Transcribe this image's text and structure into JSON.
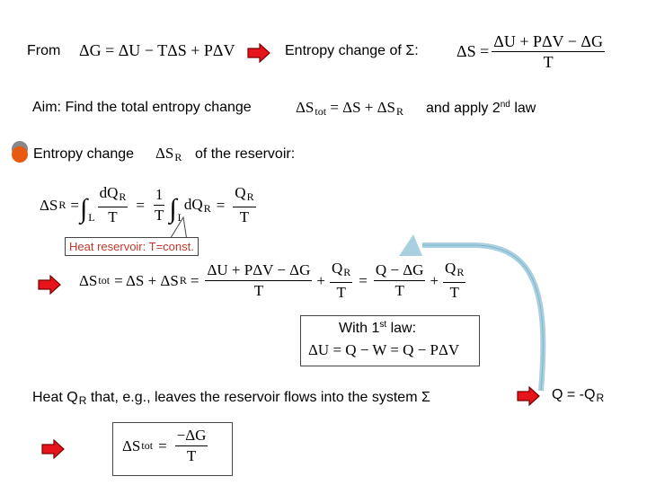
{
  "row1": {
    "from_label": "From",
    "gibbs_eq": "ΔG = ΔU − TΔS + PΔV",
    "entropy_change_label": "Entropy change of Σ:",
    "entropy_lhs": "ΔS =",
    "entropy_num": "ΔU + PΔV − ΔG",
    "entropy_den": "T"
  },
  "row2": {
    "aim_label": "Aim: Find the total entropy change",
    "total_eq_lhs": "ΔS",
    "total_eq_sub": "tot",
    "total_eq_rhs": "= ΔS + ΔS",
    "total_eq_rhs_sub": "R",
    "apply_label_pre": "and apply 2",
    "apply_label_sup": "nd",
    "apply_label_post": "law"
  },
  "row3": {
    "bullet_label": "Entropy change",
    "delta_sr": "ΔS",
    "delta_sr_sub": "R",
    "reservoir_label": "of the reservoir:"
  },
  "integral_eq": {
    "lhs": "ΔS",
    "lhs_sub": "R",
    "eq1": "=",
    "int_num": "dQ",
    "int_num_sub": "R",
    "int_den": "T",
    "int_lower": "L",
    "eq2": "=",
    "const_num": "1",
    "const_den": "T",
    "int2_body": "dQ",
    "int2_body_sub": "R",
    "int2_lower": "L",
    "eq3": "=",
    "final_num": "Q",
    "final_num_sub": "R",
    "final_den": "T"
  },
  "reservoir_note": "Heat reservoir: T=const.",
  "total_expansion": {
    "lhs": "ΔS",
    "lhs_sub": "tot",
    "eq1": "= ΔS + ΔS",
    "eq1_sub": "R",
    "eq2": "=",
    "f1_num": "ΔU + PΔV − ΔG",
    "f1_den": "T",
    "plus1": "+",
    "f2_num": "Q",
    "f2_num_sub": "R",
    "f2_den": "T",
    "eq3": "=",
    "f3_num": "Q − ΔG",
    "f3_den": "T",
    "plus2": "+",
    "f4_num": "Q",
    "f4_num_sub": "R",
    "f4_den": "T"
  },
  "first_law_box": {
    "label_pre": "With 1",
    "label_sup": "st",
    "label_post": "law:",
    "equation": "ΔU = Q − W = Q − PΔV"
  },
  "heat_statement": {
    "pre": "Heat Q",
    "sub": "R",
    "post": "that, e.g., leaves the reservoir flows into the system Σ"
  },
  "q_relation": {
    "text": "Q = -Q",
    "sub": "R"
  },
  "final_box": {
    "lhs": "ΔS",
    "lhs_sub": "tot",
    "eq": "=",
    "num": "−ΔG",
    "den": "T"
  },
  "colors": {
    "arrow_red": "#e8141b",
    "arrow_dark": "#7a0000",
    "curved_arrow": "#a9d0e0",
    "bullet": "#e85a10",
    "callout_text": "#c0392b"
  }
}
